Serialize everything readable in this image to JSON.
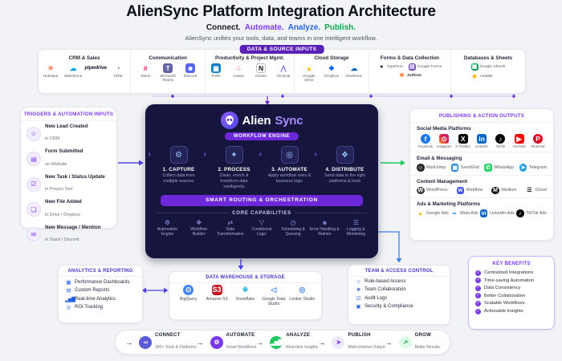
{
  "colors": {
    "accent_purple": "#6d28d9",
    "accent_indigo": "#4f46e5",
    "accent_blue": "#2563eb",
    "accent_green": "#22c55e",
    "engine_bg": "#15153d",
    "badge_purple": "#5b21b6"
  },
  "header": {
    "title": "AlienSync Platform Integration Architecture",
    "subtitle": [
      {
        "text": "Connect.",
        "color": "#18181b"
      },
      {
        "text": "Automate.",
        "color": "#7c3aed"
      },
      {
        "text": "Analyze.",
        "color": "#2563eb"
      },
      {
        "text": "Publish.",
        "color": "#16a34a"
      }
    ],
    "tagline": "AlienSync unifies your tools, data, and teams in one intelligent workflow."
  },
  "sources": {
    "badge": "DATA & SOURCE INPUTS",
    "groups": [
      {
        "title": "CRM & Sales",
        "apps": [
          {
            "name": "HubSpot",
            "glyph": "✳",
            "fg": "#ff7a59",
            "bg": "transparent"
          },
          {
            "name": "Salesforce",
            "glyph": "☁",
            "fg": "#00a1e0",
            "bg": "transparent"
          },
          {
            "name": "",
            "glyph": "pipedrive",
            "fg": "#1a1a2e",
            "bg": "transparent",
            "cls": "wordmark"
          },
          {
            "name": "CRM",
            "glyph": "◔",
            "fg": "#6b7280",
            "bg": "transparent"
          }
        ]
      },
      {
        "title": "Communication",
        "apps": [
          {
            "name": "Slack",
            "glyph": "#",
            "fg": "#e01e5a",
            "bg": "transparent"
          },
          {
            "name": "Microsoft Teams",
            "glyph": "T",
            "fg": "#ffffff",
            "bg": "#6264a7"
          },
          {
            "name": "Discord",
            "glyph": "☻",
            "fg": "#ffffff",
            "bg": "#5865f2"
          }
        ]
      },
      {
        "title": "Productivity & Project Mgmt.",
        "apps": [
          {
            "name": "Trello",
            "glyph": "▣",
            "fg": "#ffffff",
            "bg": "#0079bf"
          },
          {
            "name": "Asana",
            "glyph": "∴",
            "fg": "#f06a6a",
            "bg": "transparent"
          },
          {
            "name": "Notion",
            "glyph": "N",
            "fg": "#111111",
            "bg": "#ffffff",
            "cls": "bordered"
          },
          {
            "name": "ClickUp",
            "glyph": "⋀",
            "fg": "#7b68ee",
            "bg": "transparent"
          }
        ]
      },
      {
        "title": "Cloud Storage",
        "apps": [
          {
            "name": "Google Drive",
            "glyph": "▲",
            "fg": "#fbbc04",
            "bg": "transparent"
          },
          {
            "name": "Dropbox",
            "glyph": "❖",
            "fg": "#0061ff",
            "bg": "transparent"
          },
          {
            "name": "OneDrive",
            "glyph": "☁",
            "fg": "#0364b8",
            "bg": "transparent"
          }
        ]
      },
      {
        "title": "Forms & Data Collection",
        "apps": [
          {
            "name": "Typeform",
            "glyph": "●",
            "fg": "#18181b",
            "bg": "transparent"
          },
          {
            "name": "Google Forms",
            "glyph": "▤",
            "fg": "#ffffff",
            "bg": "#7248b9"
          },
          {
            "name": "Jotform",
            "glyph": "✻",
            "fg": "#f9772c",
            "bg": "transparent",
            "cls": "bold-label"
          }
        ]
      },
      {
        "title": "Databases & Sheets",
        "apps": [
          {
            "name": "Google Sheets",
            "glyph": "▦",
            "fg": "#ffffff",
            "bg": "#0f9d58"
          },
          {
            "name": "Airtable",
            "glyph": "◆",
            "fg": "#fcb400",
            "bg": "transparent"
          }
        ]
      }
    ]
  },
  "triggers": {
    "title": "TRIGGERS & AUTOMATION INPUTS",
    "items": [
      {
        "glyph": "☺",
        "title": "New Lead Created",
        "sub": "in CRM"
      },
      {
        "glyph": "▤",
        "title": "Form Submitted",
        "sub": "on Website"
      },
      {
        "glyph": "☑",
        "title": "New Task / Status Update",
        "sub": "in Project Tool"
      },
      {
        "glyph": "❏",
        "title": "New File Added",
        "sub": "in Drive / Dropbox"
      },
      {
        "glyph": "✉",
        "title": "New Message / Mention",
        "sub": "in Slack / Discord"
      }
    ]
  },
  "engine": {
    "brand_part1": "Alien",
    "brand_part2": "Sync",
    "badge": "WORKFLOW ENGINE",
    "chevron": "›",
    "steps": [
      {
        "glyph": "⚙",
        "title": "1. CAPTURE",
        "desc": "Collect data from multiple sources"
      },
      {
        "glyph": "✦",
        "title": "2. PROCESS",
        "desc": "Clean, enrich & transform data intelligently"
      },
      {
        "glyph": "◎",
        "title": "3. AUTOMATE",
        "desc": "Apply workflow rules & business logic"
      },
      {
        "glyph": "❖",
        "title": "4. DISTRIBUTE",
        "desc": "Send data to the right platforms & tools"
      }
    ],
    "routing": "SMART ROUTING & ORCHESTRATION",
    "capabilities_title": "CORE CAPABILITIES",
    "capabilities": [
      {
        "glyph": "⚙",
        "label": "Automation Engine"
      },
      {
        "glyph": "❖",
        "label": "Workflow Builder"
      },
      {
        "glyph": "⇄",
        "label": "Data Transformation"
      },
      {
        "glyph": "▽",
        "label": "Conditional Logic"
      },
      {
        "glyph": "◷",
        "label": "Scheduling & Queuing"
      },
      {
        "glyph": "◈",
        "label": "Error Handling & Retries"
      },
      {
        "glyph": "☰",
        "label": "Logging & Monitoring"
      }
    ]
  },
  "publishing": {
    "title": "PUBLISHING & ACTION OUTPUTS",
    "sections": [
      {
        "title": "Social Media Platforms",
        "apps": [
          {
            "name": "Facebook",
            "glyph": "f",
            "fg": "#ffffff",
            "bg": "#1877f2",
            "cls": "round"
          },
          {
            "name": "Instagram",
            "glyph": "⊙",
            "fg": "#ffffff",
            "bg": "linear-gradient(45deg,#f09433,#dc2743,#bc1888)"
          },
          {
            "name": "X (Twitter)",
            "glyph": "X",
            "fg": "#ffffff",
            "bg": "#000000"
          },
          {
            "name": "LinkedIn",
            "glyph": "in",
            "fg": "#ffffff",
            "bg": "#0a66c2"
          },
          {
            "name": "TikTok",
            "glyph": "♪",
            "fg": "#ffffff",
            "bg": "#010101",
            "cls": "round"
          },
          {
            "name": "YouTube",
            "glyph": "▶",
            "fg": "#ffffff",
            "bg": "#ff0000"
          },
          {
            "name": "Pinterest",
            "glyph": "P",
            "fg": "#ffffff",
            "bg": "#e60023",
            "cls": "round"
          }
        ]
      },
      {
        "title": "Email & Messaging",
        "apps": [
          {
            "name": "Mailchimp",
            "glyph": "☺",
            "fg": "#ffffff",
            "bg": "#262626",
            "cls": "round"
          },
          {
            "name": "SendGrid",
            "glyph": "▦",
            "fg": "#ffffff",
            "bg": "#1a82e2"
          },
          {
            "name": "WhatsApp",
            "glyph": "✆",
            "fg": "#ffffff",
            "bg": "#25d366"
          },
          {
            "name": "Telegram",
            "glyph": "➤",
            "fg": "#ffffff",
            "bg": "#229ed9",
            "cls": "round"
          }
        ]
      },
      {
        "title": "Content Management",
        "apps": [
          {
            "name": "WordPress",
            "glyph": "W",
            "fg": "#ffffff",
            "bg": "#464342",
            "cls": "round"
          },
          {
            "name": "Webflow",
            "glyph": "w",
            "fg": "#ffffff",
            "bg": "#4353ff"
          },
          {
            "name": "Medium",
            "glyph": "M",
            "fg": "#ffffff",
            "bg": "#121212",
            "cls": "round"
          },
          {
            "name": "Ghost",
            "glyph": "☰",
            "fg": "#15171a",
            "bg": "transparent"
          }
        ]
      },
      {
        "title": "Ads & Marketing Platforms",
        "apps": [
          {
            "name": "Google Ads",
            "glyph": "▲",
            "fg": "#fbbc04",
            "bg": "transparent"
          },
          {
            "name": "Meta Ads",
            "glyph": "∞",
            "fg": "#0082fb",
            "bg": "transparent"
          },
          {
            "name": "LinkedIn Ads",
            "glyph": "in",
            "fg": "#ffffff",
            "bg": "#0a66c2"
          },
          {
            "name": "TikTok Ads",
            "glyph": "♪",
            "fg": "#ffffff",
            "bg": "#010101",
            "cls": "round"
          }
        ]
      }
    ]
  },
  "analytics": {
    "title": "ANALYTICS & REPORTING",
    "items": [
      {
        "glyph": "▦",
        "label": "Performance Dashboards"
      },
      {
        "glyph": "▤",
        "label": "Custom Reports"
      },
      {
        "glyph": "▂▅▇",
        "label": "Real-time Analytics"
      },
      {
        "glyph": "◎",
        "label": "ROI Tracking"
      }
    ]
  },
  "warehouse": {
    "title": "DATA WAREHOUSE & STORAGE",
    "apps": [
      {
        "name": "BigQuery",
        "glyph": "⊙",
        "fg": "#ffffff",
        "bg": "#4285f4",
        "cls": "round"
      },
      {
        "name": "Amazon S3",
        "glyph": "S3",
        "fg": "#ffffff",
        "bg": "#c7131f"
      },
      {
        "name": "Snowflake",
        "glyph": "❄",
        "fg": "#29b5e8",
        "bg": "transparent"
      },
      {
        "name": "Google Data Studio",
        "glyph": "◁",
        "fg": "#4285f4",
        "bg": "transparent"
      },
      {
        "name": "Looker Studio",
        "glyph": "◎",
        "fg": "#4285f4",
        "bg": "transparent"
      }
    ]
  },
  "team": {
    "title": "TEAM & ACCESS CONTROL",
    "items": [
      {
        "glyph": "☺",
        "label": "Role-based Access"
      },
      {
        "glyph": "❖",
        "label": "Team Collaboration"
      },
      {
        "glyph": "☑",
        "label": "Audit Logs"
      },
      {
        "glyph": "▣",
        "label": "Security & Compliance"
      }
    ]
  },
  "benefits": {
    "title": "KEY BENEFITS",
    "check_glyph": "✓",
    "items": [
      "Centralized Integrations",
      "Time-saving Automation",
      "Data Consistency",
      "Better Collaboration",
      "Scalable Workflows",
      "Actionable Insights"
    ]
  },
  "journey": {
    "arrow": "→",
    "stages": [
      {
        "glyph": "∞",
        "name": "CONNECT",
        "sub": "180+ Tools & Platforms",
        "bg": "#5b5bd6",
        "fg": "#ffffff"
      },
      {
        "glyph": "⚙",
        "name": "AUTOMATE",
        "sub": "Smart Workflows",
        "bg": "#7c3aed",
        "fg": "#ffffff"
      },
      {
        "glyph": "▂▅▇",
        "name": "ANALYZE",
        "sub": "Real-time Insights",
        "bg": "#22c55e",
        "fg": "#ffffff"
      },
      {
        "glyph": "➤",
        "name": "PUBLISH",
        "sub": "Multi-channel Output",
        "bg": "#ece9fd",
        "fg": "#7c3aed"
      },
      {
        "glyph": "↗",
        "name": "GROW",
        "sub": "Better Results",
        "bg": "#dcfce7",
        "fg": "#16a34a"
      }
    ]
  }
}
